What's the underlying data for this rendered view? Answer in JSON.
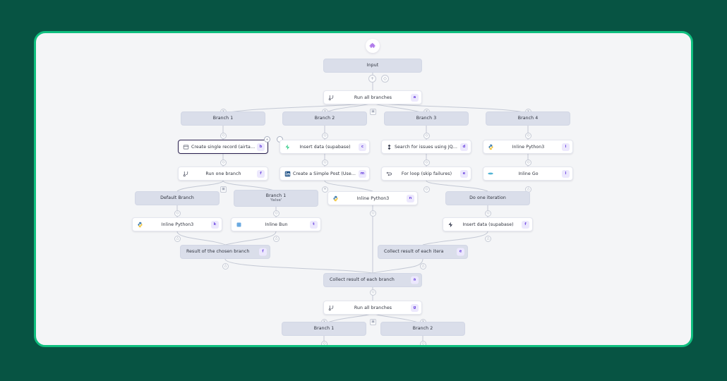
{
  "theme": {
    "page_background": "#075443",
    "window_border": "#0fbf7f",
    "canvas_background": "#f4f5f7",
    "flat_node_background": "#dadeea",
    "card_node_background": "#ffffff",
    "badge_background": "#ece8fd",
    "badge_text": "#6d46e0",
    "selected_outline": "#2b2150",
    "edge_color": "#c3c8d4"
  },
  "header": {
    "logo_icon": "puzzle-piece-icon"
  },
  "graph": {
    "title": "workflow-graph",
    "nodes": [
      {
        "id": "input",
        "label": "Input",
        "kind": "flat"
      },
      {
        "id": "runall1",
        "label": "Run all branches",
        "kind": "card",
        "icon": "branch-all-icon",
        "badge": "a"
      },
      {
        "id": "branch1",
        "label": "Branch 1",
        "kind": "flat"
      },
      {
        "id": "branch2",
        "label": "Branch 2",
        "kind": "flat"
      },
      {
        "id": "branch3",
        "label": "Branch 3",
        "kind": "flat"
      },
      {
        "id": "branch4",
        "label": "Branch 4",
        "kind": "flat"
      },
      {
        "id": "airtable",
        "label": "Create single record (airtable)",
        "kind": "card",
        "icon": "airtable-icon",
        "badge": "b",
        "selected": true
      },
      {
        "id": "supabase1",
        "label": "Insert data (supabase)",
        "kind": "card",
        "icon": "supabase-icon",
        "badge": "c"
      },
      {
        "id": "jira",
        "label": "Search for issues using JQL (...",
        "kind": "card",
        "icon": "jira-icon",
        "badge": "d"
      },
      {
        "id": "python1",
        "label": "Inline Python3",
        "kind": "card",
        "icon": "python-icon",
        "badge": "i"
      },
      {
        "id": "runone",
        "label": "Run one branch",
        "kind": "card",
        "icon": "branch-one-icon",
        "badge": "f"
      },
      {
        "id": "linkedin",
        "label": "Create a Simple Post (User) (...",
        "kind": "card",
        "icon": "linkedin-icon",
        "badge": "m"
      },
      {
        "id": "forloop",
        "label": "For loop (skip failures)",
        "kind": "card",
        "icon": "loop-icon",
        "badge": "e"
      },
      {
        "id": "go",
        "label": "Inline Go",
        "kind": "card",
        "icon": "go-icon",
        "badge": "l"
      },
      {
        "id": "defaultbranch",
        "label": "Default Branch",
        "kind": "flat"
      },
      {
        "id": "branch1false",
        "label": "Branch 1",
        "sublabel": "'false'",
        "kind": "flat"
      },
      {
        "id": "python2",
        "label": "Inline Python3",
        "kind": "card",
        "icon": "python-icon",
        "badge": "n"
      },
      {
        "id": "doone",
        "label": "Do one iteration",
        "kind": "flat"
      },
      {
        "id": "python3",
        "label": "Inline Python3",
        "kind": "card",
        "icon": "python-icon",
        "badge": "k"
      },
      {
        "id": "bun",
        "label": "Inline Bun",
        "kind": "card",
        "icon": "bun-icon",
        "badge": "t"
      },
      {
        "id": "supabase2",
        "label": "Insert data (supabase)",
        "kind": "card",
        "icon": "supabase-icon",
        "badge": "f"
      },
      {
        "id": "resultchosen",
        "label": "Result of the chosen branch",
        "kind": "flat",
        "badge": "f"
      },
      {
        "id": "collectiter",
        "label": "Collect result of each itera",
        "kind": "flat",
        "badge": "e"
      },
      {
        "id": "collectbranch",
        "label": "Collect result of each branch",
        "kind": "flat",
        "badge": "a"
      },
      {
        "id": "runall2",
        "label": "Run all branches",
        "kind": "card",
        "icon": "branch-all-icon",
        "badge": "g"
      },
      {
        "id": "bbranch1",
        "label": "Branch 1",
        "kind": "flat"
      },
      {
        "id": "bbranch2",
        "label": "Branch 2",
        "kind": "flat"
      }
    ],
    "handles": {
      "plus": "+",
      "diamond": "◇",
      "cross": "×",
      "square": "▣",
      "caret": "△"
    }
  }
}
